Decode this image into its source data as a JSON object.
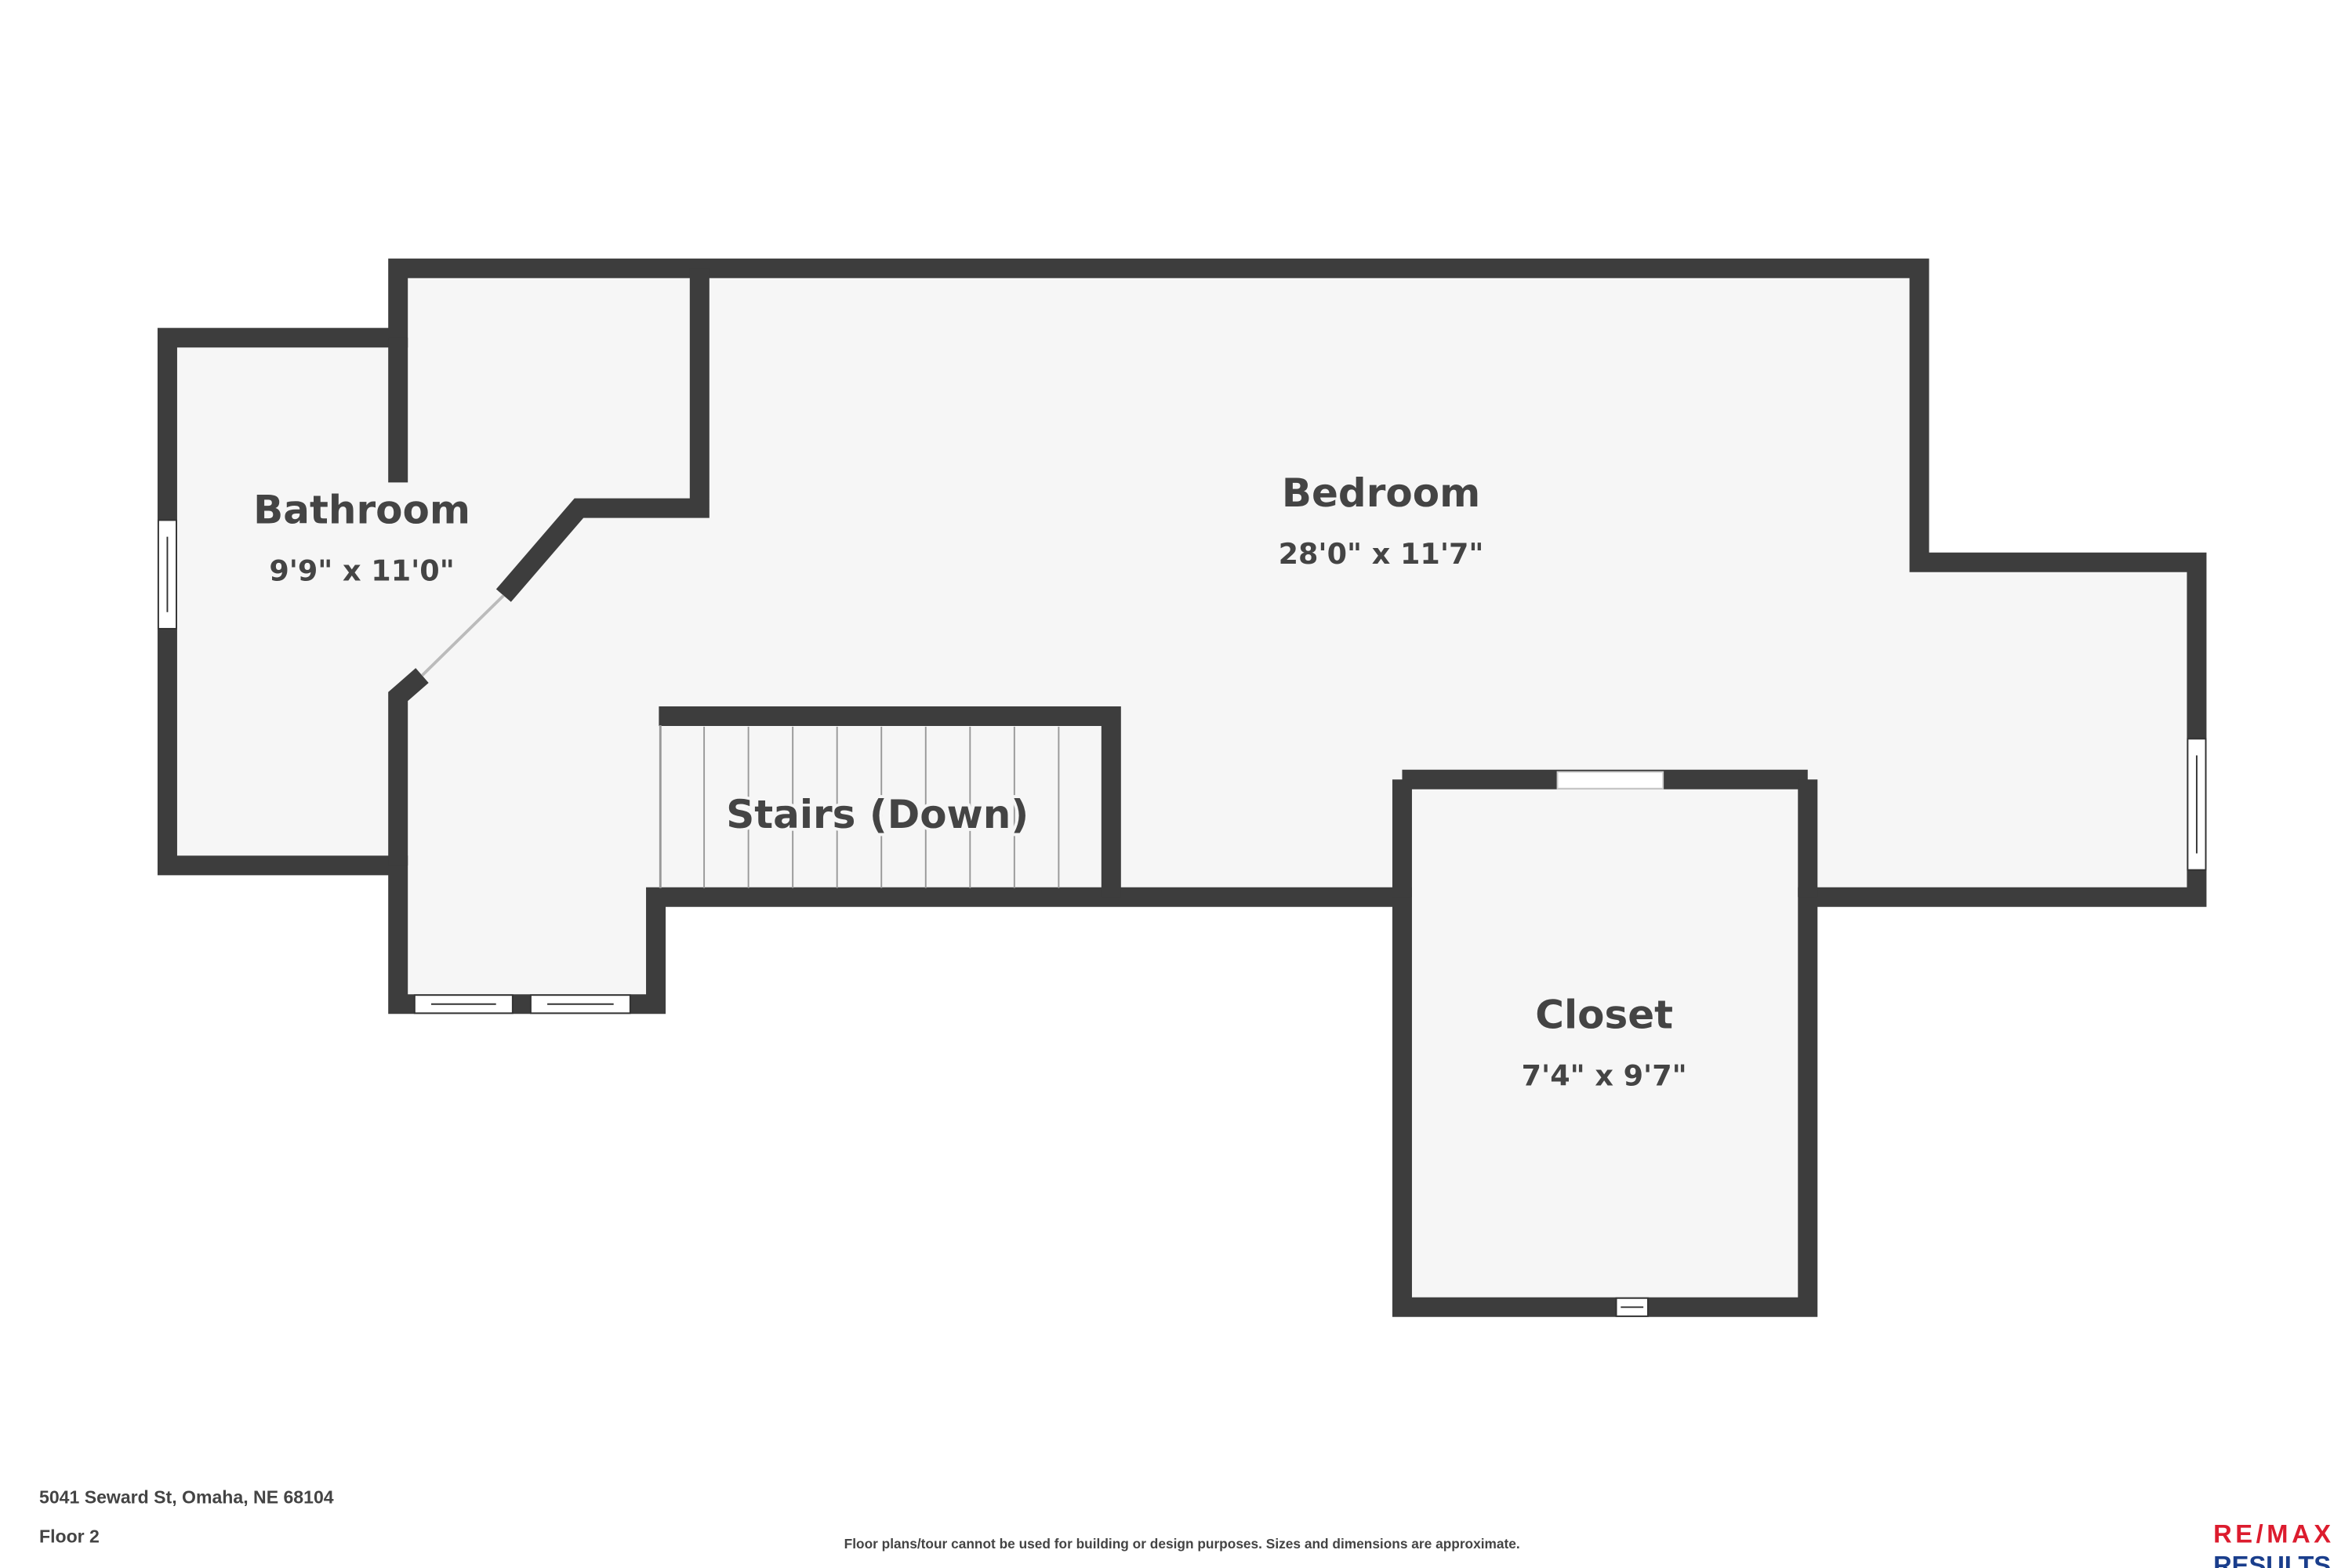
{
  "rooms": {
    "bathroom": {
      "name": "Bathroom",
      "dims": "9'9\" x 11'0\""
    },
    "bedroom": {
      "name": "Bedroom",
      "dims": "28'0\" x 11'7\""
    },
    "stairs": {
      "name": "Stairs (Down)"
    },
    "closet": {
      "name": "Closet",
      "dims": "7'4\" x 9'7\""
    }
  },
  "footer": {
    "address": "5041 Seward St, Omaha, NE 68104",
    "floor": "Floor 2",
    "disclaimer": "Floor plans/tour cannot be used for building or design purposes. Sizes and dimensions are approximate.",
    "logo_top": "RE/MAX",
    "logo_bottom": "RESULTS"
  },
  "colors": {
    "wall": "#3d3d3d",
    "floor": "#f6f6f6",
    "logo_red": "#dc1c2e",
    "logo_blue": "#1a3e8c"
  }
}
